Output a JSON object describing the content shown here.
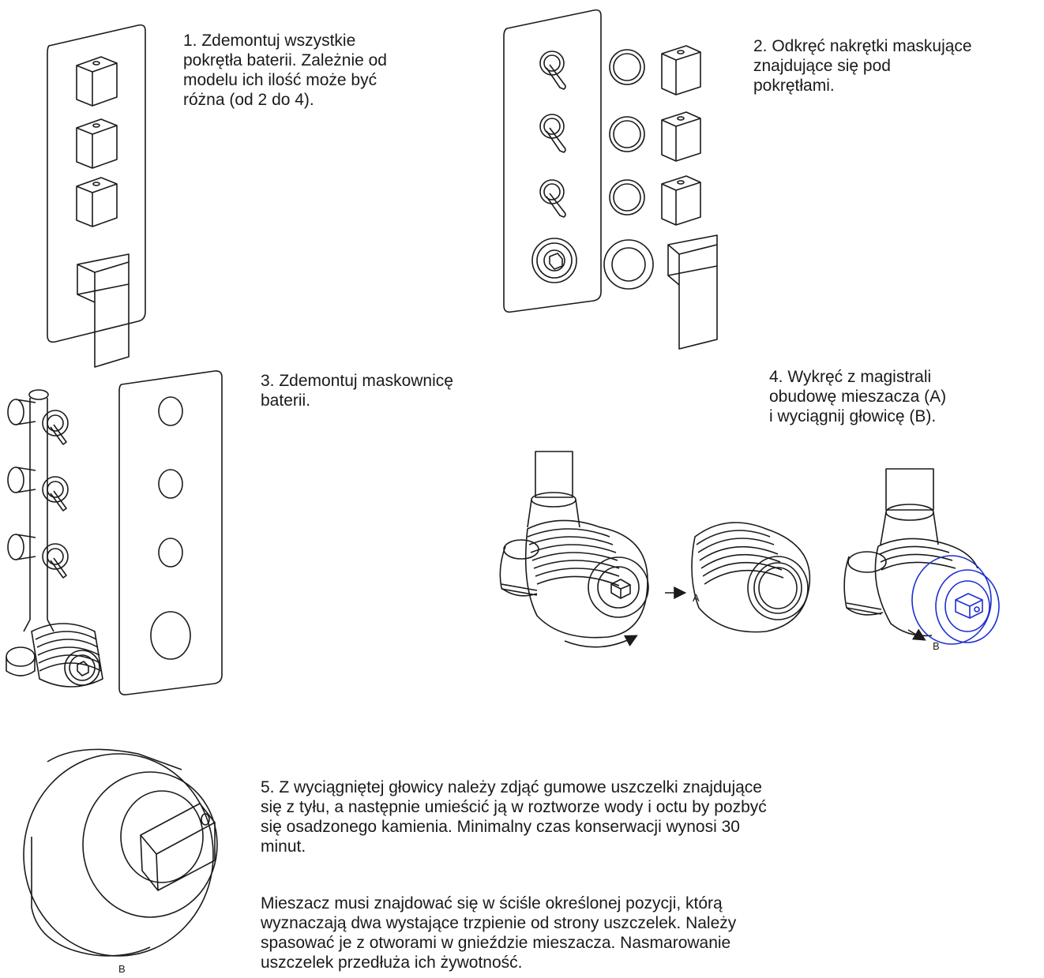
{
  "steps": {
    "s1": "1. Zdemontuj wszystkie\npokrętła baterii. Zależnie od\nmodelu ich ilość może być\nróżna (od 2 do 4).",
    "s2": "2. Odkręć nakrętki maskujące\nznajdujące się pod\npokrętłami.",
    "s3": "3. Zdemontuj maskownicę\nbaterii.",
    "s4": "4. Wykręć z magistrali\nobudowę mieszacza (A)\ni wyciągnij głowicę (B).",
    "s5a": "5. Z wyciągniętej głowicy należy zdjąć gumowe uszczelki znajdujące\nsię z tyłu, a następnie umieścić ją w roztworze wody i octu by pozbyć\nsię osadzonego kamienia. Minimalny czas konserwacji wynosi 30\nminut.",
    "s5b": "Mieszacz musi znajdować się w ściśle określonej pozycji, którą\nwyznaczają dwa wystające trzpienie od strony uszczelek. Należy\nspasować je z otworami w gnieździe mieszacza. Nasmarowanie\nuszczelek przedłuża ich żywotność."
  },
  "labels": {
    "a": "A",
    "b": "B",
    "b2": "B"
  },
  "colors": {
    "line": "#1a1a1a",
    "highlight": "#1e2fd0"
  }
}
